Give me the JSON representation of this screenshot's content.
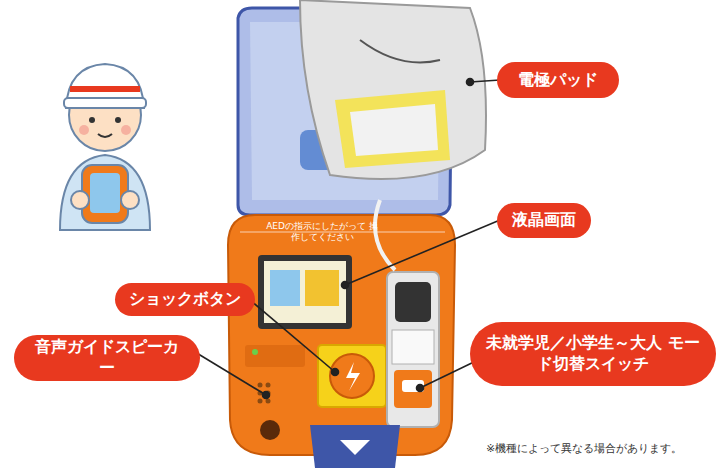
{
  "diagram": {
    "nodes": [
      {
        "text": [
          "電極パッド"
        ]
      },
      {
        "text": [
          "液晶画面"
        ]
      },
      {
        "text": [
          "ショックボタン"
        ]
      },
      {
        "text": [
          "音声ガイドスピーカー"
        ]
      },
      {
        "text": [
          "未就学児／小学生～大人 モード切替スイッチ"
        ]
      }
    ],
    "labels": [
      "AEDの指示にしたがって 操作してください",
      "※機種によって異なる場合があります。"
    ]
  }
}
